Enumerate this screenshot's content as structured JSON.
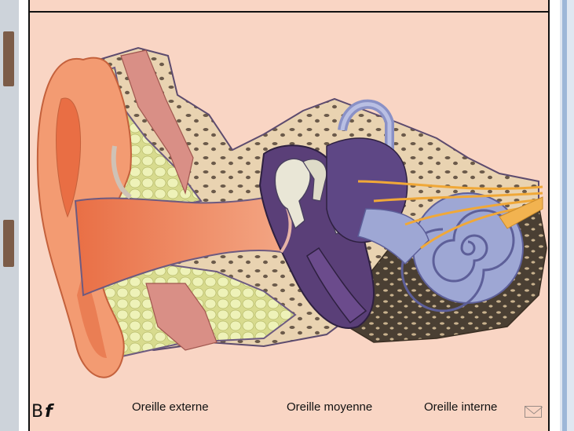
{
  "diagram": {
    "labels": {
      "outer": "Oreille externe",
      "middle": "Oreille moyenne",
      "inner": "Oreille interne"
    },
    "logo": {
      "b": "B",
      "f": "f"
    }
  },
  "icons": [
    "mail-icon"
  ],
  "colors": {
    "background": "#f9d5c4",
    "auricle": "#f0956b",
    "canal": "#e8855c",
    "bone": "#e9d3b1",
    "fat": "#eef2b8",
    "middle_ear": "#5a3f78",
    "cochlea": "#9ea7d4",
    "nerve": "#f0a838"
  }
}
